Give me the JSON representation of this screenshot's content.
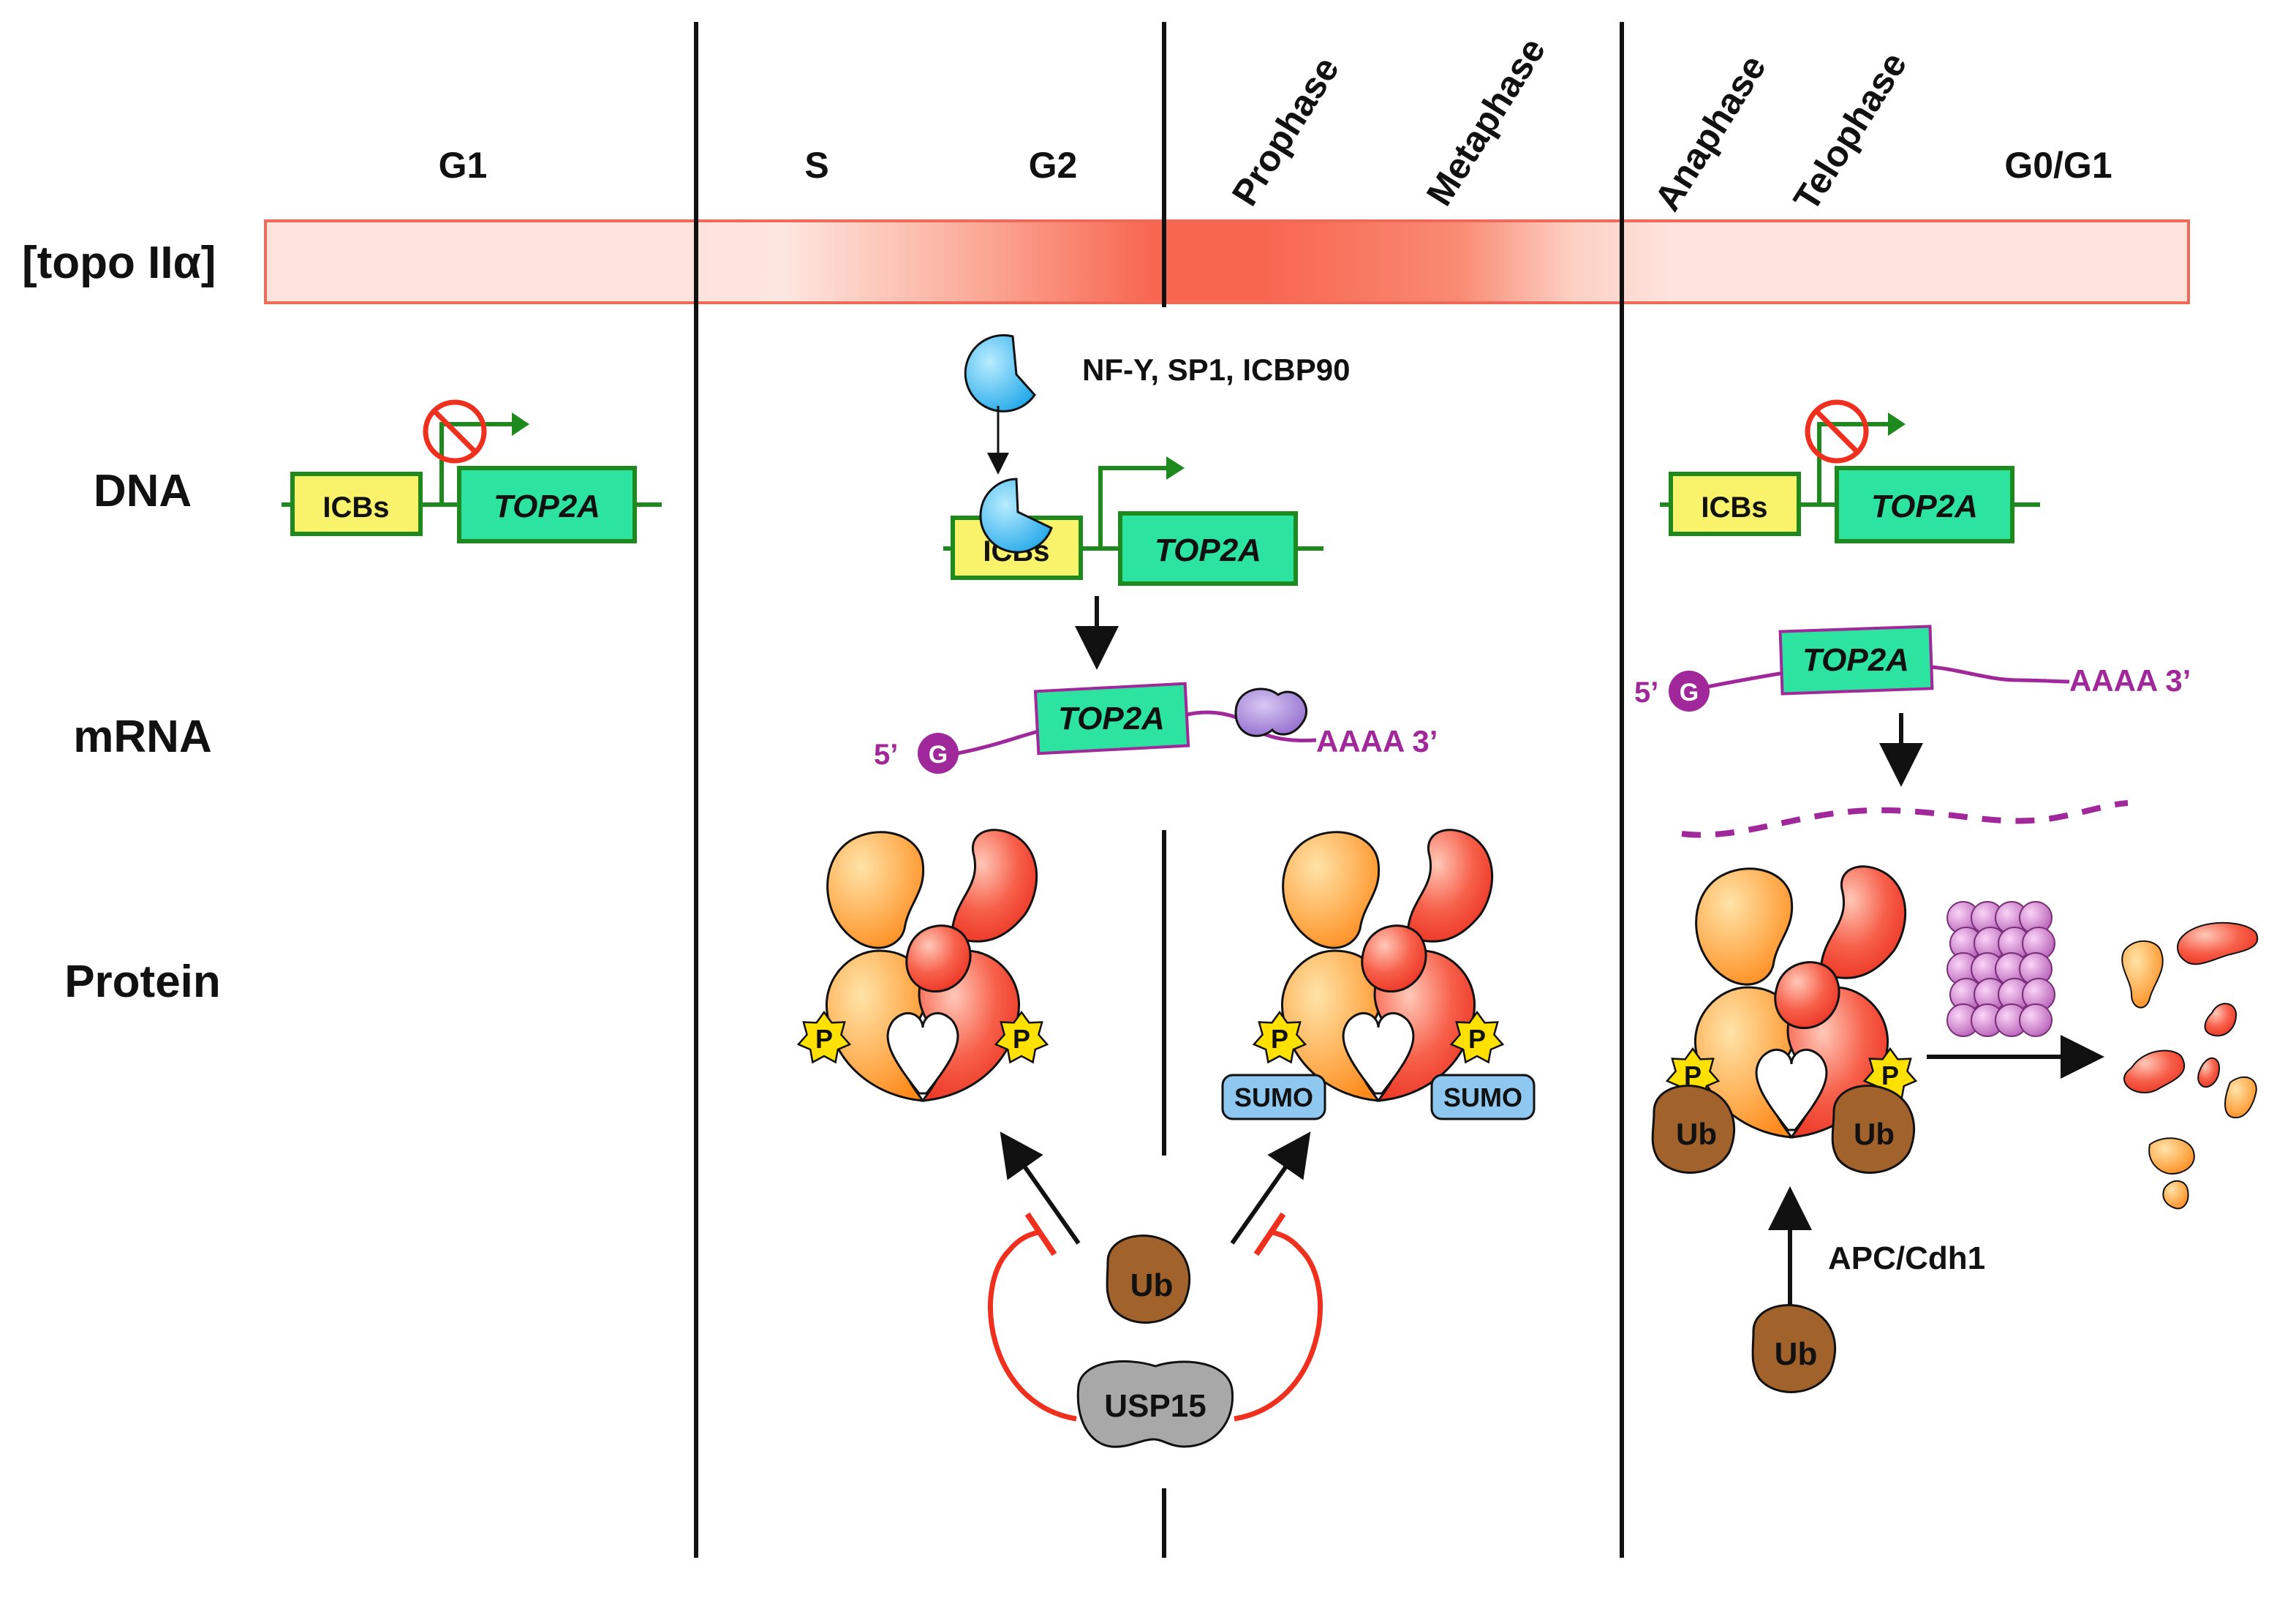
{
  "phases": {
    "g1": "G1",
    "s": "S",
    "g2": "G2",
    "prophase": "Prophase",
    "metaphase": "Metaphase",
    "anaphase": "Anaphase",
    "telophase": "Telophase",
    "g0g1": "G0/G1"
  },
  "row_labels": {
    "level": "[topo IIα]",
    "dna": "DNA",
    "mrna": "mRNA",
    "protein": "Protein"
  },
  "dna": {
    "icbs": "ICBs",
    "gene": "TOP2A",
    "factors": "NF-Y, SP1, ICBP90"
  },
  "mrna": {
    "five_prime": "5’",
    "cap": "G",
    "gene": "TOP2A",
    "tail": "AAAA 3’"
  },
  "protein": {
    "phospho": "P",
    "sumo": "SUMO",
    "ub": "Ub",
    "usp15": "USP15",
    "apc": "APC/Cdh1"
  },
  "colors": {
    "gene_box": "#2de3a0",
    "icbs_box": "#f8f36a",
    "dna_line": "#1e8a1e",
    "mrna": "#a0289a",
    "level_peak": "#f86650",
    "ub": "#a2622c",
    "usp15": "#a8a8a8",
    "sumo": "#8ec8f0",
    "phospho": "#ffe100",
    "inhibition": "#f0301e",
    "proteasome": "#b862b8"
  },
  "icons": {
    "transcription_blocked": "no-entry-icon",
    "transcription_active": "promoter-arrow-icon",
    "transcription_factor": "pacman-blob-icon",
    "binding_protein": "blob-icon",
    "proteasome": "proteasome-barrel-icon"
  }
}
